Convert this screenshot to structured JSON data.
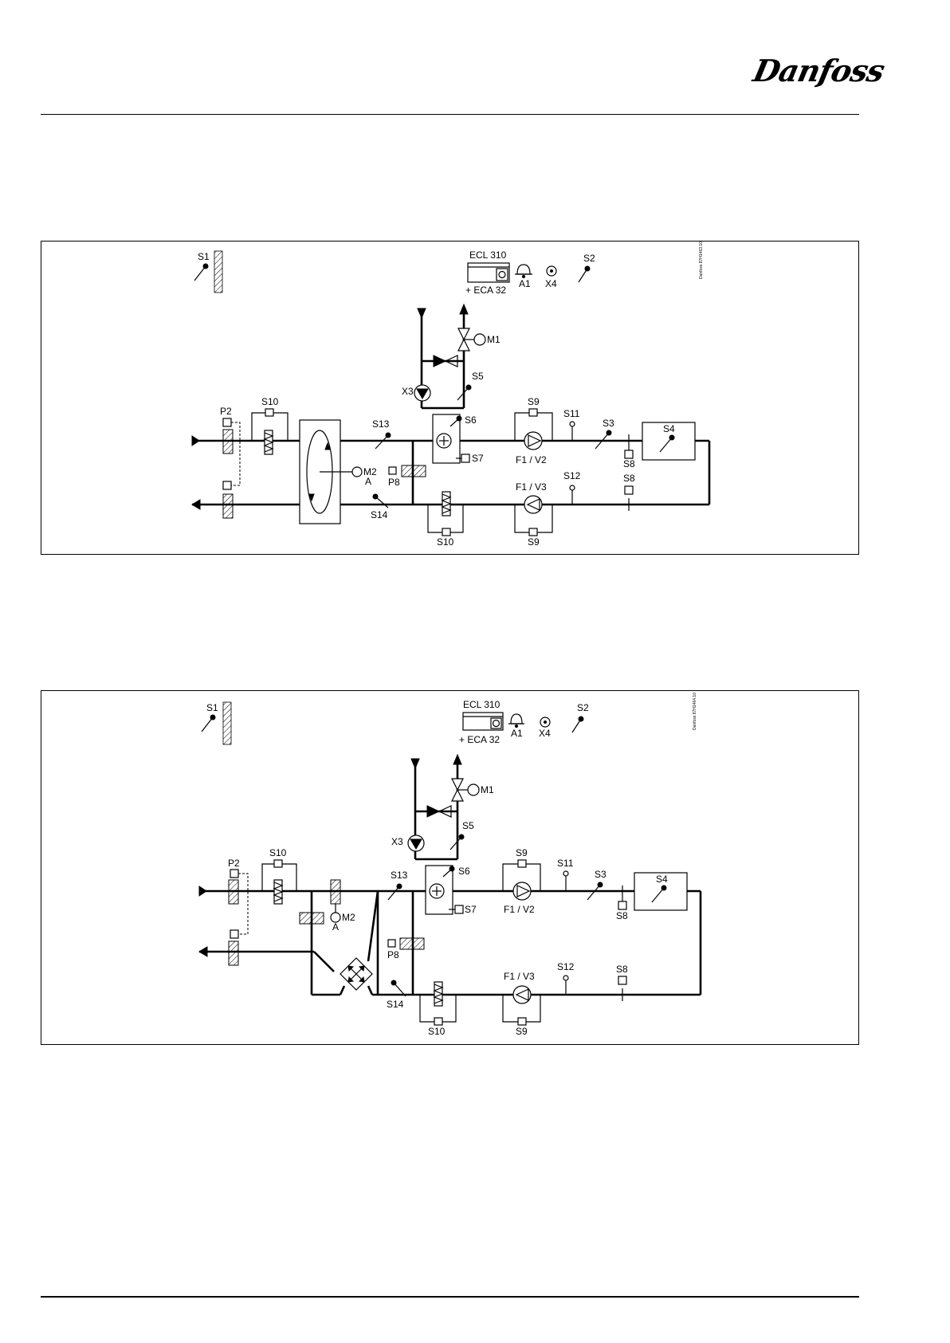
{
  "header": {
    "logo_text": "Danfoss"
  },
  "diagrams": [
    {
      "code": "Danfoss 87H1463.10",
      "labels": {
        "s1": "S1",
        "s2": "S2",
        "s3": "S3",
        "s4": "S4",
        "s5": "S5",
        "s6": "S6",
        "s7": "S7",
        "s8": "S8",
        "s9": "S9",
        "s10": "S10",
        "s11": "S11",
        "s12": "S12",
        "s13": "S13",
        "s14": "S14",
        "p2": "P2",
        "p8": "P8",
        "m1": "M1",
        "m2": "M2",
        "a": "A",
        "x3": "X3",
        "x4": "X4",
        "a1": "A1",
        "ecl": "ECL 310",
        "eca": "+ ECA 32",
        "fv2": "F1 / V2",
        "fv3": "F1 / V3"
      }
    },
    {
      "code": "Danfoss 87H1464.10",
      "labels": {
        "s1": "S1",
        "s2": "S2",
        "s3": "S3",
        "s4": "S4",
        "s5": "S5",
        "s6": "S6",
        "s7": "S7",
        "s8": "S8",
        "s9": "S9",
        "s10": "S10",
        "s11": "S11",
        "s12": "S12",
        "s13": "S13",
        "s14": "S14",
        "p2": "P2",
        "p8": "P8",
        "m1": "M1",
        "m2": "M2",
        "a": "A",
        "x3": "X3",
        "x4": "X4",
        "a1": "A1",
        "ecl": "ECL 310",
        "eca": "+ ECA 32",
        "fv2": "F1 / V2",
        "fv3": "F1 / V3"
      }
    }
  ]
}
